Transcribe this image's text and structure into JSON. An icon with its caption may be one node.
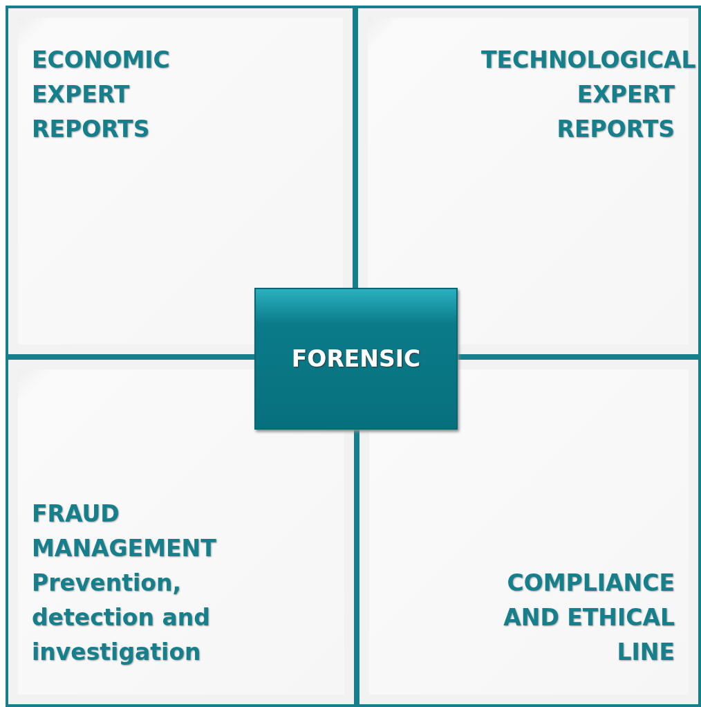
{
  "diagram": {
    "nodes": [
      {
        "text": [
          "ECONOMIC EXPERT REPORTS"
        ]
      },
      {
        "text": [
          "TECHNOLOGICAL EXPERT REPORTS"
        ]
      },
      {
        "text": [
          "FRAUD MANAGEMENT",
          "Prevention, detection and investigation"
        ]
      },
      {
        "text": [
          "COMPLIANCE AND ETHICAL LINE"
        ]
      },
      {
        "text": [
          "FORENSIC"
        ]
      }
    ]
  }
}
